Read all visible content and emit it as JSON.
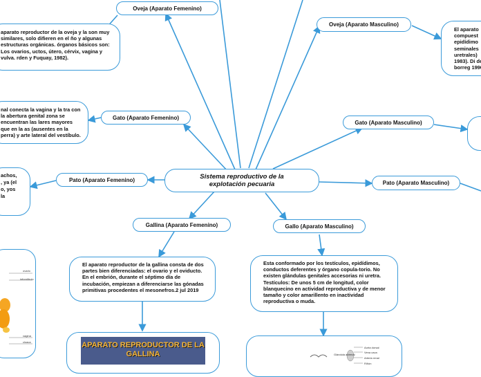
{
  "center": {
    "title": "Sistema reproductivo de la explotación pecuaria"
  },
  "branches": {
    "oveja_f": "Oveja (Aparato Femenino)",
    "oveja_m": "Oveja (Aparato Masculino)",
    "gato_f": "Gato (Aparato Femenino)",
    "gato_m": "Gato (Aparato Masculino)",
    "pato_f": "Pato (Aparato Femenino)",
    "pato_m": "Pato (Aparato Masculino)",
    "gallina_f": "Gallina (Aparato Femenino)",
    "gallo_m": "Gallo (Aparato Masculino)"
  },
  "texts": {
    "oveja_f": "aparato reproductor de la oveja y la son muy similares, solo difieren en el ño y algunas estructuras orgánicas. órganos básicos son: Los ovarios, uctos, útero, cérvix, vagina y vulva. rden y Fuquay, 1982).",
    "oveja_m": "El aparato compuest epidídimo seminales uretrales) 1983). Di del borreg 1990).",
    "gato_f": "nal conecta la vagina y la tra con la abertura genital zona se encuentran las lares mayores que en la as (ausentes en la perra) y arte lateral del vestíbulo.",
    "pato_f": "achos, , ya (el o, yos la",
    "gallina_f": "El aparato reproductor de la gallina consta de dos partes bien diferenciadas: el ovario y el oviducto. En el embrión, durante el séptimo día de incubación, empiezan a diferenciarse las gónadas primitivas procedentes el mesonefros.2 jul 2019",
    "gallo_m": "Esta conformado por los testículos, epidídimos, conductos deferentes y órgano copula-torio. No existen glándulas genitales accesorias ni uretra. Testículos: De unos 5 cm de longitud, color blanquecino en actividad reproductiva y de menor tamaño y color amarillento en inactividad reproductiva o muda."
  },
  "images": {
    "gallina_banner": "APARATO REPRODUCTOR DE LA GALLINA",
    "left_labels": [
      "ovario",
      "infundíbulo",
      "vagina",
      "cloaca"
    ],
    "gallo_labels": [
      "Aorta dorsal",
      "Vena cava",
      "Arteria renal",
      "Riñón",
      "Glándula adrenal"
    ]
  },
  "colors": {
    "line": "#3a9ad9",
    "border": "#3a9ad9",
    "banner_bg": "#4a5b8c",
    "banner_text": "#f4b43a"
  }
}
